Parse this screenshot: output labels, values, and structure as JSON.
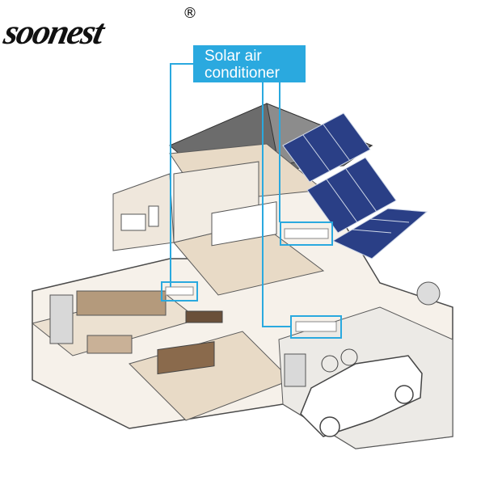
{
  "brand": {
    "name": "soonest",
    "registered": "®"
  },
  "callout": {
    "line1": "Solar air",
    "line2": "conditioner"
  },
  "colors": {
    "accent": "#2aa9df",
    "panel": "#2a3f86",
    "wall": "#efe7dc",
    "floor": "#e8dac6",
    "roof": "#6c6c6c",
    "outline": "#4a4a4a"
  }
}
